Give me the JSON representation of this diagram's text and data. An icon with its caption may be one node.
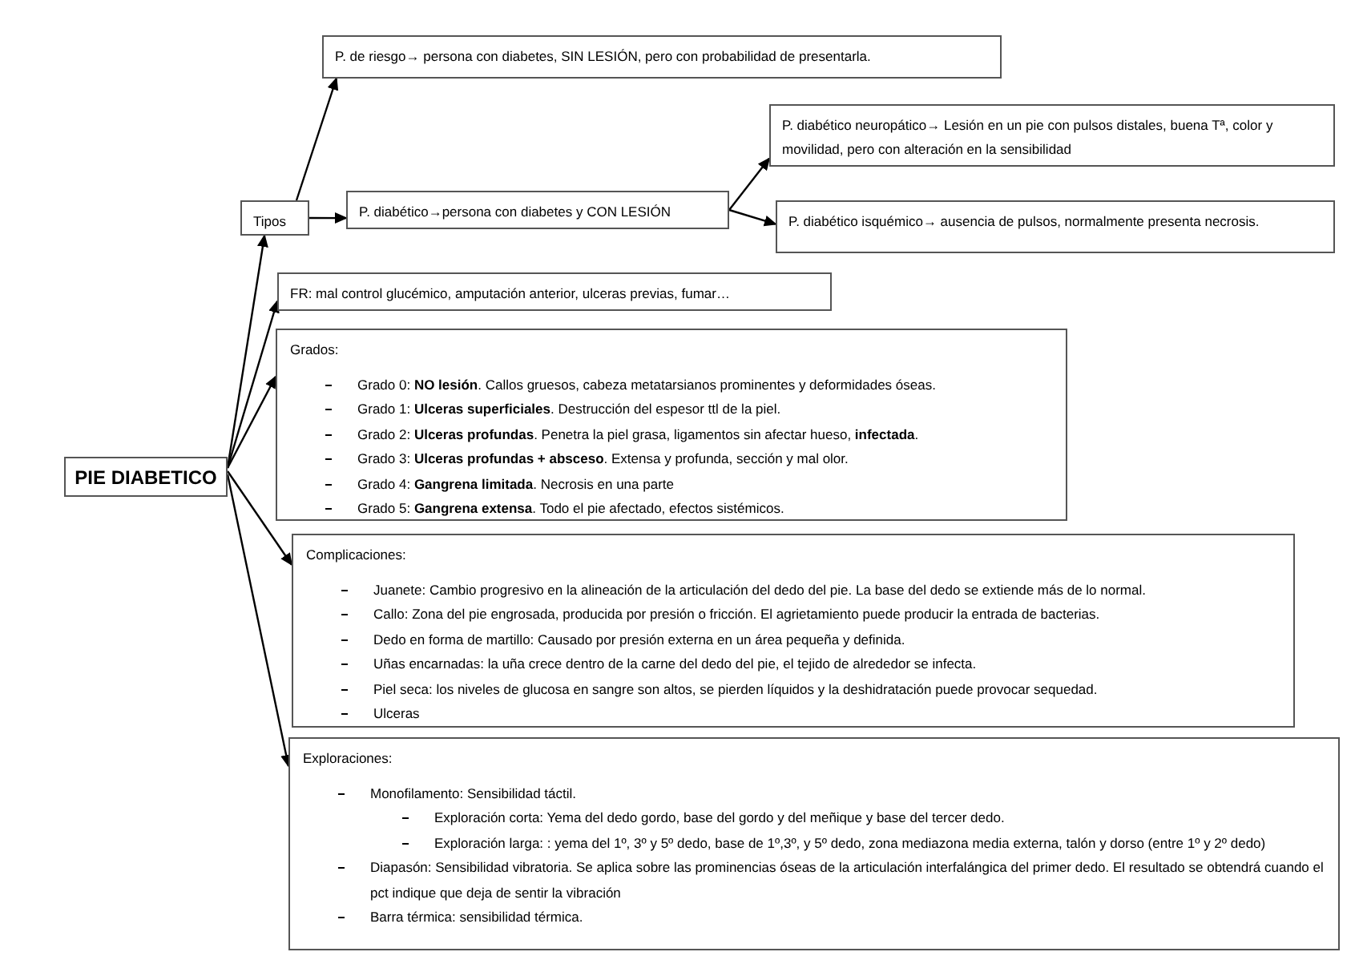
{
  "diagram": {
    "nodes": [
      {
        "text": [
          "PIE DIABETICO"
        ]
      },
      {
        "text": [
          "Tipos"
        ]
      },
      {
        "text": [
          "P. de riesgo→ persona con diabetes, SIN LESIÓN, pero con probabilidad de presentarla."
        ]
      },
      {
        "text": [
          "P. diabético→persona con diabetes y CON LESIÓN"
        ]
      },
      {
        "text": [
          "P. diabético neuropático→ Lesión en un pie con pulsos distales, buena Tª, color y movilidad, pero con alteración en la sensibilidad"
        ]
      },
      {
        "text": [
          "P. diabético isquémico→ ausencia de pulsos, normalmente presenta necrosis."
        ]
      },
      {
        "text": [
          "FR: mal control glucémico, amputación anterior, ulceras previas, fumar…"
        ]
      },
      {
        "text": [
          "Grados:",
          "Grado 0: **NO lesión**. Callos gruesos, cabeza metatarsianos prominentes y deformidades óseas.",
          "Grado 1: **Ulceras superficiales**. Destrucción del espesor ttl de la piel.",
          "Grado 2: **Ulceras profundas**. Penetra la piel grasa, ligamentos sin afectar hueso, **infectada**.",
          "Grado 3: **Ulceras profundas + absceso**. Extensa y profunda, sección y mal olor.",
          "Grado 4: **Gangrena limitada**. Necrosis en una parte",
          "Grado 5: **Gangrena extensa**. Todo el pie afectado, efectos sistémicos."
        ]
      },
      {
        "text": [
          "Complicaciones:",
          "Juanete: Cambio progresivo en la alineación de la articulación del dedo del pie. La base del dedo se extiende más de lo normal.",
          "Callo: Zona del pie engrosada, producida por presión o fricción. El agrietamiento puede producir la entrada de bacterias.",
          "Dedo en forma de martillo: Causado por presión externa en un área pequeña y definida.",
          "Uñas encarnadas: la uña crece dentro de la carne del dedo del pie, el tejido de alrededor se infecta.",
          "Piel seca: los niveles de glucosa en sangre son altos, se pierden líquidos y la deshidratación puede provocar sequedad.",
          "Ulceras"
        ]
      },
      {
        "text": [
          "Exploraciones:",
          "Monofilamento: Sensibilidad táctil.",
          "Exploración corta: Yema del dedo gordo, base del gordo y del meñique y base del tercer dedo.",
          "Exploración larga: : yema del 1º, 3º y 5º dedo, base de 1º,3º, y 5º dedo, zona mediazona media externa, talón y dorso (entre 1º y 2º dedo)",
          "Diapasón: Sensibilidad vibratoria. Se aplica sobre las prominencias óseas de la articulación interfalángica del primer dedo. El resultado se obtendrá cuando el pct indique que deja de sentir la vibración",
          "Barra térmica: sensibilidad térmica."
        ]
      }
    ],
    "edges": [
      {
        "from": 0,
        "to": 1,
        "arrow": "to"
      },
      {
        "from": 0,
        "to": 6,
        "arrow": "to"
      },
      {
        "from": 0,
        "to": 7,
        "arrow": "to"
      },
      {
        "from": 0,
        "to": 8,
        "arrow": "to"
      },
      {
        "from": 0,
        "to": 9,
        "arrow": "to"
      },
      {
        "from": 1,
        "to": 2,
        "arrow": "to"
      },
      {
        "from": 1,
        "to": 3,
        "arrow": "to"
      },
      {
        "from": 3,
        "to": 4,
        "arrow": "to"
      },
      {
        "from": 3,
        "to": 5,
        "arrow": "to"
      }
    ]
  }
}
